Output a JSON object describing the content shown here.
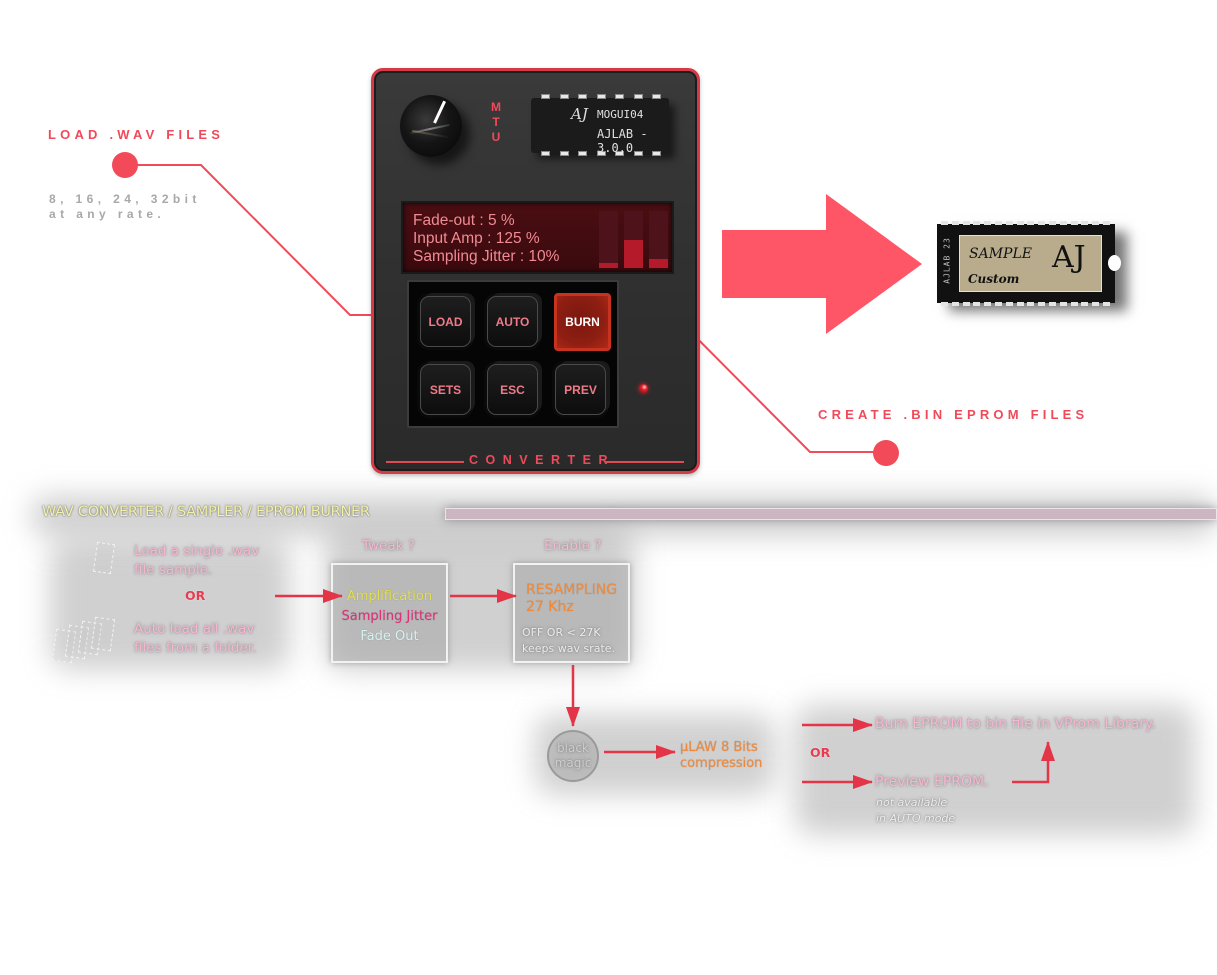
{
  "callouts": {
    "load": {
      "title": "LOAD .WAV FILES",
      "line1": "8, 16, 24, 32bit",
      "line2": "at any rate."
    },
    "create": {
      "title": "CREATE .BIN EPROM FILES"
    }
  },
  "device": {
    "mtu_label": [
      "M",
      "T",
      "U"
    ],
    "chip": {
      "logo": "AJ",
      "model": "MOGUI04",
      "version": "AJLAB - 3.0.0"
    },
    "lcd": {
      "lines": [
        "Fade-out : 5 %",
        "Input Amp : 125 %",
        "Sampling Jitter : 10%"
      ],
      "meters": [
        {
          "name": "fade-out",
          "level": 0.08
        },
        {
          "name": "input-amp",
          "level": 0.5
        },
        {
          "name": "sampling-jitter",
          "level": 0.15
        }
      ]
    },
    "keys": [
      {
        "id": "load",
        "label": "LOAD",
        "active": false
      },
      {
        "id": "auto",
        "label": "AUTO",
        "active": false
      },
      {
        "id": "burn",
        "label": "BURN",
        "active": true
      },
      {
        "id": "sets",
        "label": "SETS",
        "active": false
      },
      {
        "id": "esc",
        "label": "ESC",
        "active": false
      },
      {
        "id": "prev",
        "label": "PREV",
        "active": false
      }
    ],
    "footer_label": "CONVERTER"
  },
  "eprom": {
    "side_text": "AJLAB 23",
    "label_line1": "SAMPLE",
    "label_line2": "Custom",
    "logo": "AJ"
  },
  "flow": {
    "title": "WAV CONVERTER / SAMPLER / EPROM BURNER",
    "input_single": [
      "Load a single .wav",
      "file sample."
    ],
    "or": "OR",
    "input_auto": [
      "Auto load all .wav",
      "files from a folder."
    ],
    "tweak": {
      "heading": "Tweak ?",
      "items": [
        {
          "label": "Amplification",
          "color": "#e6e24a"
        },
        {
          "label": "Sampling Jitter",
          "color": "#e0307a"
        },
        {
          "label": "Fade Out",
          "color": "#d8f4f0"
        }
      ]
    },
    "enable": {
      "heading": "Enable ?",
      "main": [
        "RESAMPLING",
        "27 Khz"
      ],
      "note": [
        "OFF OR < 27K",
        "keeps wav srate."
      ]
    },
    "magic": [
      "black",
      "magic"
    ],
    "compression": [
      "µLAW 8 Bits",
      "compression"
    ],
    "outputs": {
      "burn": "Burn EPROM to bin file in VProm Library.",
      "or": "OR",
      "preview": "Preview EPROM.",
      "preview_note": [
        "not available",
        "in AUTO mode"
      ]
    }
  },
  "colors": {
    "accent": "#f24a58",
    "panel_border": "#d43a48",
    "lcd_text": "#f08a94",
    "arrow": "#fe5567",
    "orange": "#f08a3a"
  }
}
